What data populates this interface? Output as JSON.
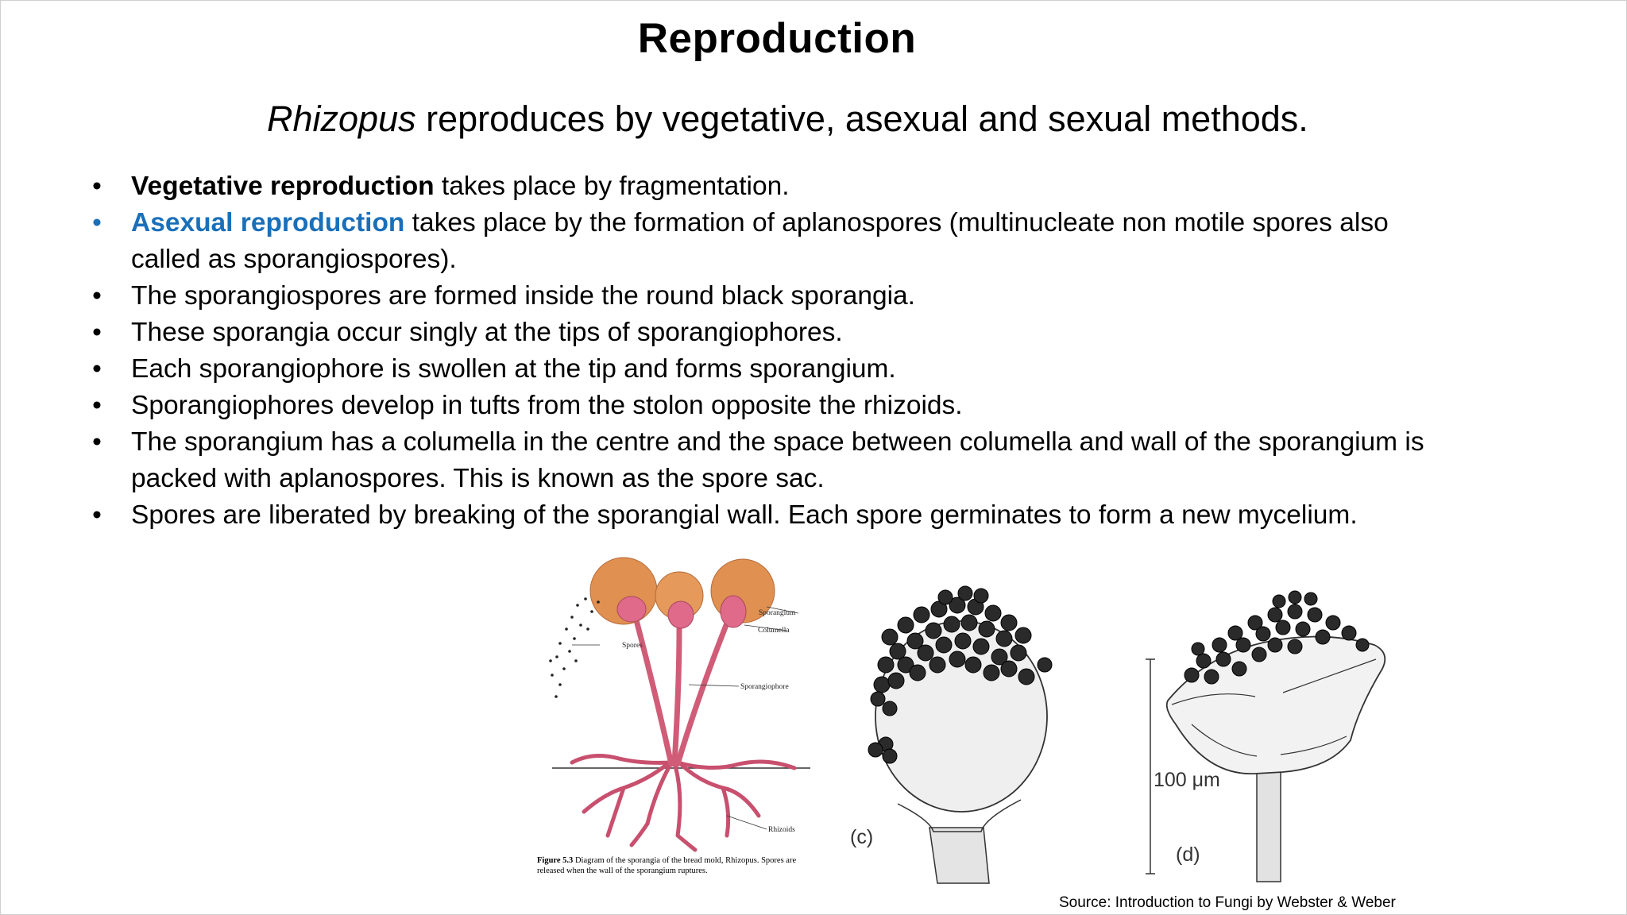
{
  "slide": {
    "title": "Reproduction",
    "subtitle": {
      "italic": "Rhizopus",
      "rest": " reproduces by vegetative, asexual and sexual methods."
    },
    "bullet_glyph": "•",
    "bullets": {
      "b0": {
        "bold": "Vegetative reproduction",
        "text": " takes  place by fragmentation."
      },
      "b1": {
        "bold": "Asexual reproduction",
        "text": " takes place by the formation of aplanospores (multinucleate non motile spores also called as sporangiospores)."
      },
      "b2": {
        "text": "The sporangiospores are formed inside the round black sporangia."
      },
      "b3": {
        "text": "These sporangia occur singly at the tips of  sporangiophores."
      },
      "b4": {
        "text": "Each sporangiophore is swollen at the tip and forms sporangium."
      },
      "b5": {
        "text": "Sporangiophores develop in tufts from the stolon opposite the rhizoids."
      },
      "b6": {
        "text": "The sporangium has a columella in the centre and the space between columella and wall of the sporangium is packed with aplanospores. This is known as the spore sac."
      },
      "b7": {
        "text": "Spores are liberated by breaking of the sporangial wall. Each spore germinates to form a new mycelium."
      }
    },
    "figure": {
      "labels": {
        "sporangium": "Sporangium",
        "columella": "Columella",
        "spores": "Spores",
        "sporangiophore": "Sporangiophore",
        "rhizoids": "Rhizoids"
      },
      "caption_num": "Figure 5.3",
      "caption_text": "  Diagram of the sporangia of the bread mold, Rhizopus. Spores are released when the wall of the sporangium ruptures.",
      "panel_c": "(c)",
      "panel_d": "(d)",
      "scale": "100 μm"
    },
    "source": "Source:  Introduction to Fungi by Webster & Weber",
    "colors": {
      "accent_blue": "#1a6fb9",
      "sporangium_orange": "#e09050",
      "columella_pink": "#e06a8a",
      "rhizoid_pink": "#c8506e"
    }
  }
}
